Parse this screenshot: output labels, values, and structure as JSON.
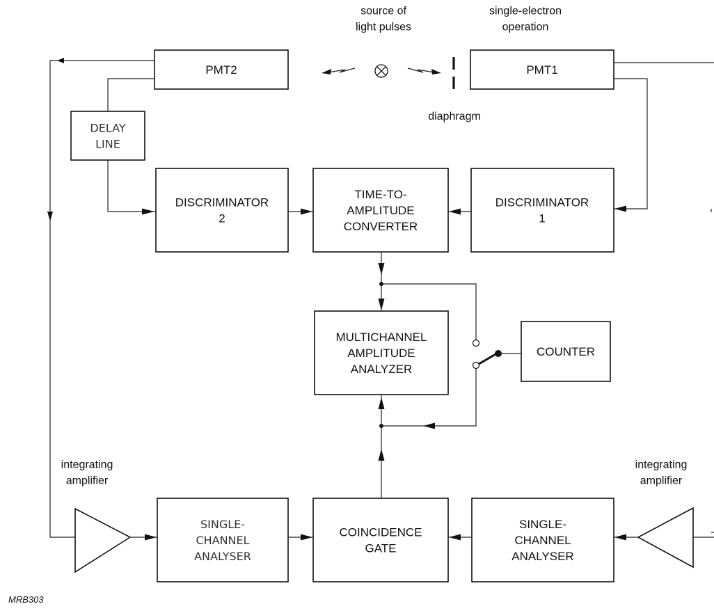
{
  "blocks": {
    "pmt2": [
      "PMT2"
    ],
    "pmt1": [
      "PMT1"
    ],
    "delay_line": [
      "DELAY",
      "LINE"
    ],
    "discriminator2": [
      "DISCRIMINATOR",
      "2"
    ],
    "tac": [
      "TIME-TO-",
      "AMPLITUDE",
      "CONVERTER"
    ],
    "discriminator1": [
      "DISCRIMINATOR",
      "1"
    ],
    "mca": [
      "MULTICHANNEL",
      "AMPLITUDE",
      "ANALYZER"
    ],
    "counter": [
      "COUNTER"
    ],
    "sca_left": [
      "SINGLE-",
      "CHANNEL",
      "ANALYSER"
    ],
    "coincidence": [
      "COINCIDENCE",
      "GATE"
    ],
    "sca_right": [
      "SINGLE-",
      "CHANNEL",
      "ANALYSER"
    ]
  },
  "labels": {
    "source": [
      "source of",
      "light pulses"
    ],
    "single_electron": [
      "single-electron",
      "operation"
    ],
    "diaphragm": [
      "diaphragm"
    ],
    "amp_left": [
      "integrating",
      "amplifier"
    ],
    "amp_right": [
      "integrating",
      "amplifier"
    ]
  },
  "figure_code": "MRB303"
}
